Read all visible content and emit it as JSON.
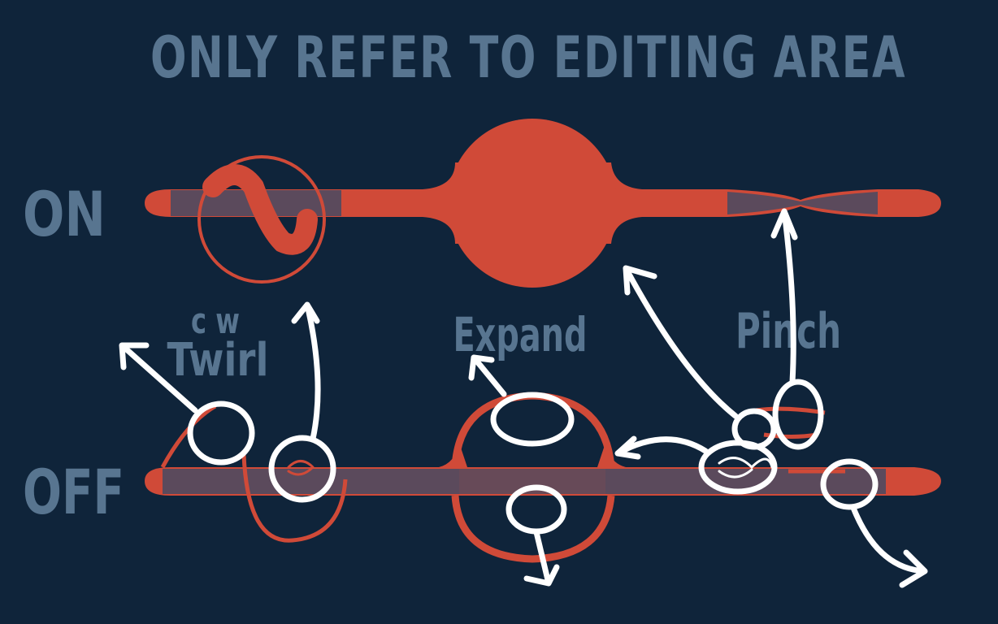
{
  "title": "ONLY REFER TO EDITING AREA",
  "rows": {
    "on_label": "ON",
    "off_label": "OFF"
  },
  "effects": {
    "cw_label_line1": "c w",
    "cw_label_line2": "Twirl",
    "expand_label": "Expand",
    "pinch_label": "Pinch"
  },
  "colors": {
    "background": "#0f243a",
    "stroke_red": "#d04a38",
    "editing_area": "#5b4a5c",
    "text": "#587590",
    "annotation": "#ffffff"
  }
}
